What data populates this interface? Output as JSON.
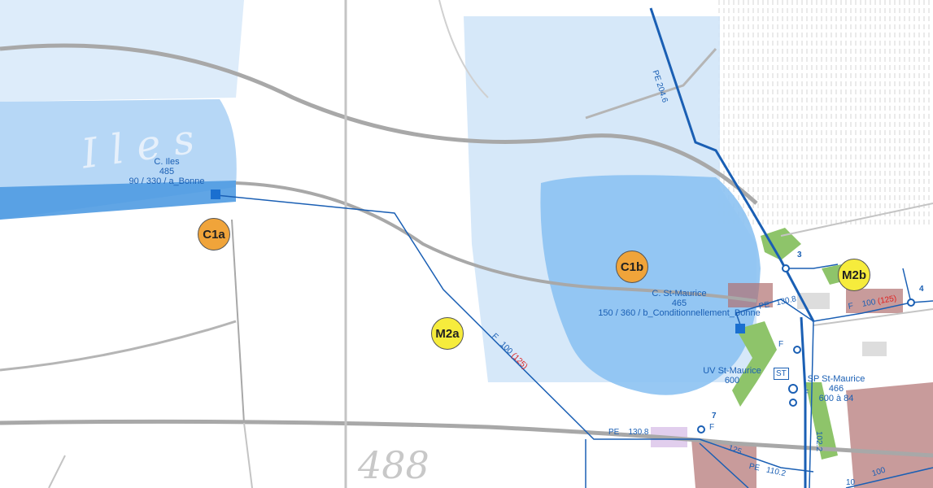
{
  "map": {
    "background_texts": {
      "iles": "Iles",
      "elevation": "488"
    },
    "reservoirs": [
      {
        "id": "c-iles",
        "name": "C. Iles",
        "level": "485",
        "spec": "90 / 330 / a_Bonne"
      },
      {
        "id": "c-st-maurice",
        "name": "C. St-Maurice",
        "level": "465",
        "spec": "150 / 360 / b_Conditionnellement_Bonne"
      }
    ],
    "zones": [
      {
        "id": "c1a",
        "label": "C1a",
        "color": "#f0a43a"
      },
      {
        "id": "c1b",
        "label": "C1b",
        "color": "#f0a43a"
      },
      {
        "id": "m2a",
        "label": "M2a",
        "color": "#f6ec3c"
      },
      {
        "id": "m2b",
        "label": "M2b",
        "color": "#f6ec3c"
      }
    ],
    "facilities": {
      "uv": {
        "name": "UV St-Maurice",
        "value": "600"
      },
      "st_box": "ST",
      "sp": {
        "name": "SP St-Maurice",
        "level": "466",
        "spec": "600 à 84"
      }
    },
    "pipes": [
      {
        "id": "pe-204",
        "material": "PE",
        "diameter": "204.6"
      },
      {
        "id": "f-100-125-a",
        "material": "F",
        "diameter": "100",
        "alt": "(125)"
      },
      {
        "id": "f-100-125-b",
        "material": "F",
        "diameter": "100",
        "alt": "(125)"
      },
      {
        "id": "pe-130-bottom",
        "material": "PE",
        "diameter": "130.8"
      },
      {
        "id": "pe-130-right",
        "material": "PE",
        "diameter": "130.8"
      },
      {
        "id": "pe-110",
        "material": "PE",
        "diameter": "110.2"
      },
      {
        "id": "vertical-102",
        "material": "",
        "diameter": "102.2"
      }
    ],
    "small_labels": {
      "f_a": "F",
      "f_b": "F",
      "f_c": "F",
      "v125": "125",
      "v100": "100",
      "v10": "10"
    },
    "nodes": [
      "3",
      "4",
      "7"
    ],
    "colors": {
      "pipe": "#1a5fb4",
      "water": "#7fb8ee",
      "zone_orange": "#f0a43a",
      "zone_yellow": "#f6ec3c",
      "alt_diameter": "#e02020",
      "green_area": "#8ec46a",
      "buildings": "#b07070"
    }
  }
}
